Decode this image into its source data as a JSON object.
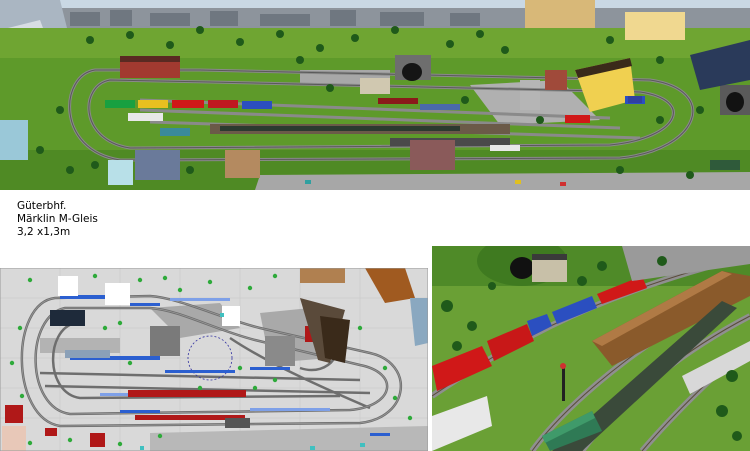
{
  "caption": {
    "line1": "Güterbhf.",
    "line2": "Märklin M-Gleis",
    "line3": "3,2 x1,3m"
  },
  "colors": {
    "grass": "#5e9a2a",
    "grass_light": "#7fb43a",
    "sky": "#8fb6d8",
    "track_ballast": "#8f8f8f",
    "plan_background": "#d9d9d9",
    "plan_track": "#707070",
    "plan_tree": "#2eaa3a",
    "wagon_red": "#d01818",
    "wagon_blue": "#2b4fc0",
    "roof_brown": "#8a5a2b",
    "loco_green": "#2f7a55"
  },
  "images": {
    "top_render": "3d-layout-overview",
    "track_plan": "track-plan-diagram",
    "bottom_render": "3d-station-closeup"
  }
}
